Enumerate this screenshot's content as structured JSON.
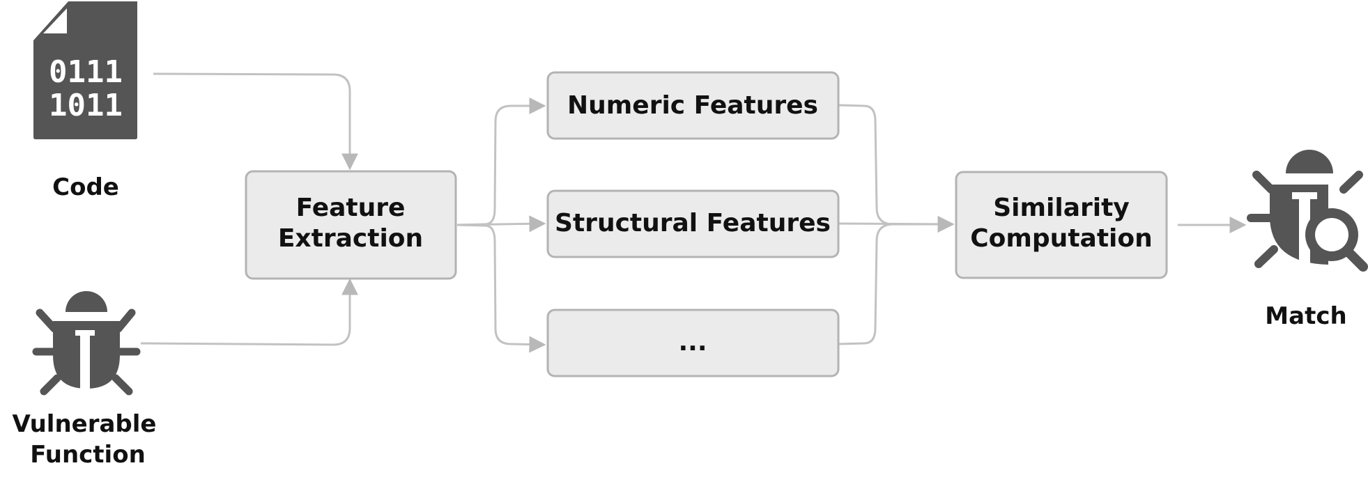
{
  "nodes": {
    "code": {
      "label": "Code",
      "bits_line1": "0111",
      "bits_line2": "1011"
    },
    "vulnerable_function": {
      "label_line1": "Vulnerable",
      "label_line2": "Function"
    },
    "feature_extraction": {
      "label_line1": "Feature",
      "label_line2": "Extraction"
    },
    "numeric_features": {
      "label": "Numeric Features"
    },
    "structural_features": {
      "label": "Structural Features"
    },
    "more_features": {
      "label": "..."
    },
    "similarity_computation": {
      "label_line1": "Similarity",
      "label_line2": "Computation"
    },
    "match": {
      "label": "Match"
    }
  },
  "edges": [
    {
      "from": "code",
      "to": "feature_extraction"
    },
    {
      "from": "vulnerable_function",
      "to": "feature_extraction"
    },
    {
      "from": "feature_extraction",
      "to": "numeric_features"
    },
    {
      "from": "feature_extraction",
      "to": "structural_features"
    },
    {
      "from": "feature_extraction",
      "to": "more_features"
    },
    {
      "from": "numeric_features",
      "to": "similarity_computation"
    },
    {
      "from": "structural_features",
      "to": "similarity_computation"
    },
    {
      "from": "more_features",
      "to": "similarity_computation"
    },
    {
      "from": "similarity_computation",
      "to": "match"
    }
  ],
  "colors": {
    "icon": "#555555",
    "box_fill": "#ebebeb",
    "box_stroke": "#b3b3b3",
    "arrow": "#c2c2c2",
    "text": "#111111"
  },
  "icons": {
    "code": "binary-document-icon",
    "vulnerable_function": "bug-icon",
    "match": "bug-search-icon"
  }
}
